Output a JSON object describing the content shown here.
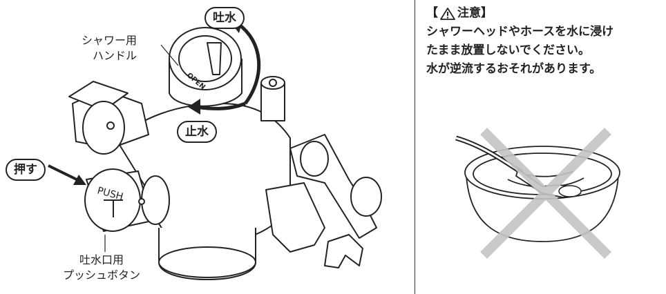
{
  "labels": {
    "shower_handle": [
      "シャワー用",
      "ハンドル"
    ],
    "spout_button": [
      "吐水口用",
      "プッシュボタン"
    ],
    "spout": "吐水",
    "stop": "止水",
    "press": "押す"
  },
  "device_text": {
    "open": "OPEN",
    "push": "PUSH"
  },
  "notice": {
    "bracket_open": "【",
    "title": "注意",
    "bracket_close": "】",
    "lines": [
      "シャワーヘッドやホースを水に浸け",
      "たまま放置しないでください。",
      "水が逆流するおそれがあります。"
    ]
  },
  "icons": {
    "warning": "warning-triangle-icon",
    "prohibited": "cross-mark-icon"
  },
  "colors": {
    "line": "#222222",
    "cross": "#c4c4c4",
    "fill": "#ffffff"
  }
}
